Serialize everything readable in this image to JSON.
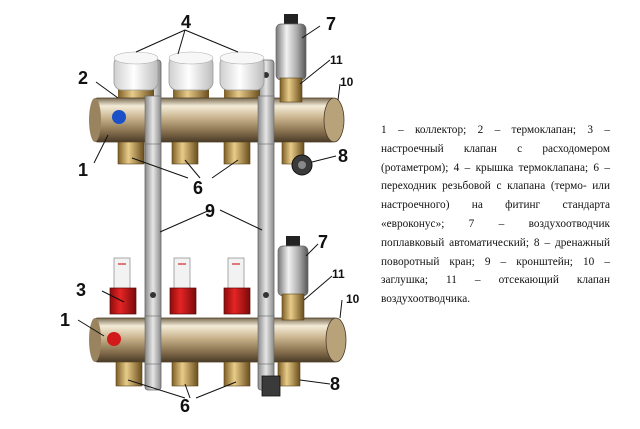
{
  "callouts": {
    "n1": "1",
    "n2": "2",
    "n3": "3",
    "n4": "4",
    "n6": "6",
    "n7": "7",
    "n8": "8",
    "n9": "9",
    "n10": "10",
    "n11": "11"
  },
  "legend_text": "1 – коллектор; 2 – термоклапан; 3 – настроечный клапан с расходомером (ротаметром); 4 – крышка термоклапана; 6 – переходник резьбовой с клапана (термо- или настроечного) на фитинг стандарта «евроконус»; 7 – воздухоотводчик поплавковый автоматический; 8 – дренажный поворотный кран; 9 – кронштейн; 10 – заглушка; 11 – отсекающий клапан воздухоотводчика.",
  "colors": {
    "brass": "#c9a25a",
    "chrome": "#c8c8c8",
    "handwheel": "#e8e8e8",
    "blue_marker": "#1a50c8",
    "red_cap": "#d21a1a",
    "background": "#ffffff"
  }
}
